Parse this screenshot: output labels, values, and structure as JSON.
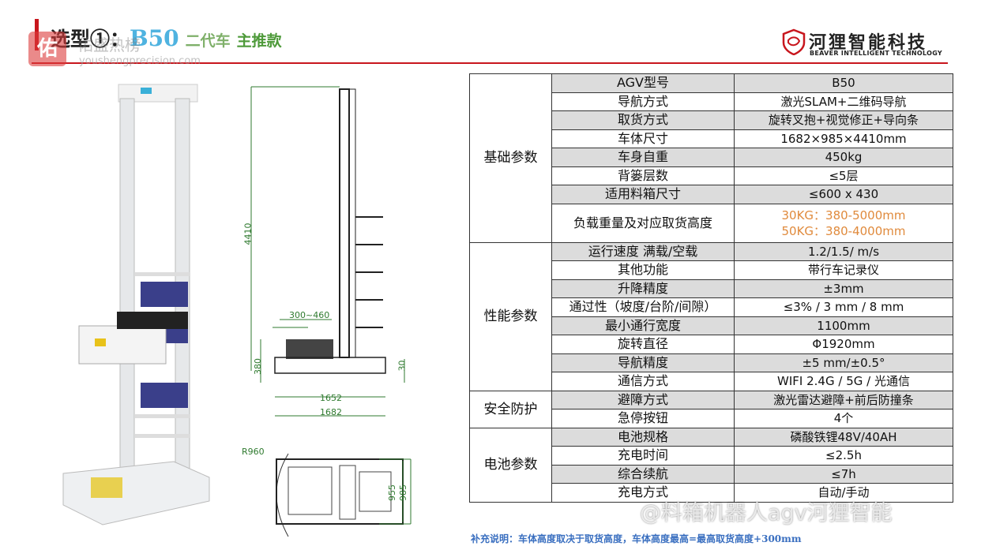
{
  "header": {
    "title_prefix": "选型①：",
    "model": "B50",
    "sub1": "二代车",
    "sub2": "主推款",
    "brand_cn": "河狸智能科技",
    "brand_en": "BEAVER INTELLIGENT TECHNOLOGY",
    "watermark_badge": "佑",
    "watermark_text": "佑盛热榜",
    "watermark_url": "youshengprecision.com"
  },
  "drawing": {
    "height": "4410",
    "fork_range": "300~460",
    "low_height": "380",
    "gap": "30",
    "inner_length": "1652",
    "length": "1682",
    "radius": "R960",
    "inner_width": "955",
    "width": "985"
  },
  "table": {
    "groups": [
      {
        "label": "基础参数",
        "rows": [
          {
            "param": "AGV型号",
            "value": "B50"
          },
          {
            "param": "导航方式",
            "value": "激光SLAM+二维码导航"
          },
          {
            "param": "取货方式",
            "value": "旋转叉抱+视觉修正+导向条"
          },
          {
            "param": "车体尺寸",
            "value": "1682×985×4410mm"
          },
          {
            "param": "车身自重",
            "value": "450kg"
          },
          {
            "param": "背篓层数",
            "value": "≤5层"
          },
          {
            "param": "适用料箱尺寸",
            "value": "≤600 x 430"
          },
          {
            "param": "负载重量及对应取货高度",
            "value": "30KG：380-5000mm",
            "value2": "50KG：380-4000mm"
          }
        ]
      },
      {
        "label": "性能参数",
        "rows": [
          {
            "param": "运行速度 满载/空载",
            "value": "1.2/1.5/ m/s"
          },
          {
            "param": "其他功能",
            "value": "带行车记录仪"
          },
          {
            "param": "升降精度",
            "value": "±3mm"
          },
          {
            "param": "通过性（坡度/台阶/间隙）",
            "value": "≤3% / 3 mm / 8 mm"
          },
          {
            "param": "最小通行宽度",
            "value": "1100mm"
          },
          {
            "param": "旋转直径",
            "value": "Φ1920mm"
          },
          {
            "param": "导航精度",
            "value": "±5 mm/±0.5°"
          },
          {
            "param": "通信方式",
            "value": "WIFI 2.4G / 5G / 光通信"
          }
        ]
      },
      {
        "label": "安全防护",
        "rows": [
          {
            "param": "避障方式",
            "value": "激光雷达避障+前后防撞条"
          },
          {
            "param": "急停按钮",
            "value": "4个"
          }
        ]
      },
      {
        "label": "电池参数",
        "rows": [
          {
            "param": "电池规格",
            "value": "磷酸铁锂48V/40AH"
          },
          {
            "param": "充电时间",
            "value": "≤2.5h"
          },
          {
            "param": "综合续航",
            "value": "≤7h"
          },
          {
            "param": "充电方式",
            "value": "自动/手动"
          }
        ]
      }
    ]
  },
  "note": "补充说明：车体高度取决于取货高度，车体高度最高=最高取货高度+300mm",
  "overlay_watermark": "@料箱机器人agv河狸智能",
  "colors": {
    "accent_red": "#c8161d",
    "model_blue": "#4fb3e0",
    "load_orange": "#e08a3c",
    "note_blue": "#3a6fc0"
  }
}
